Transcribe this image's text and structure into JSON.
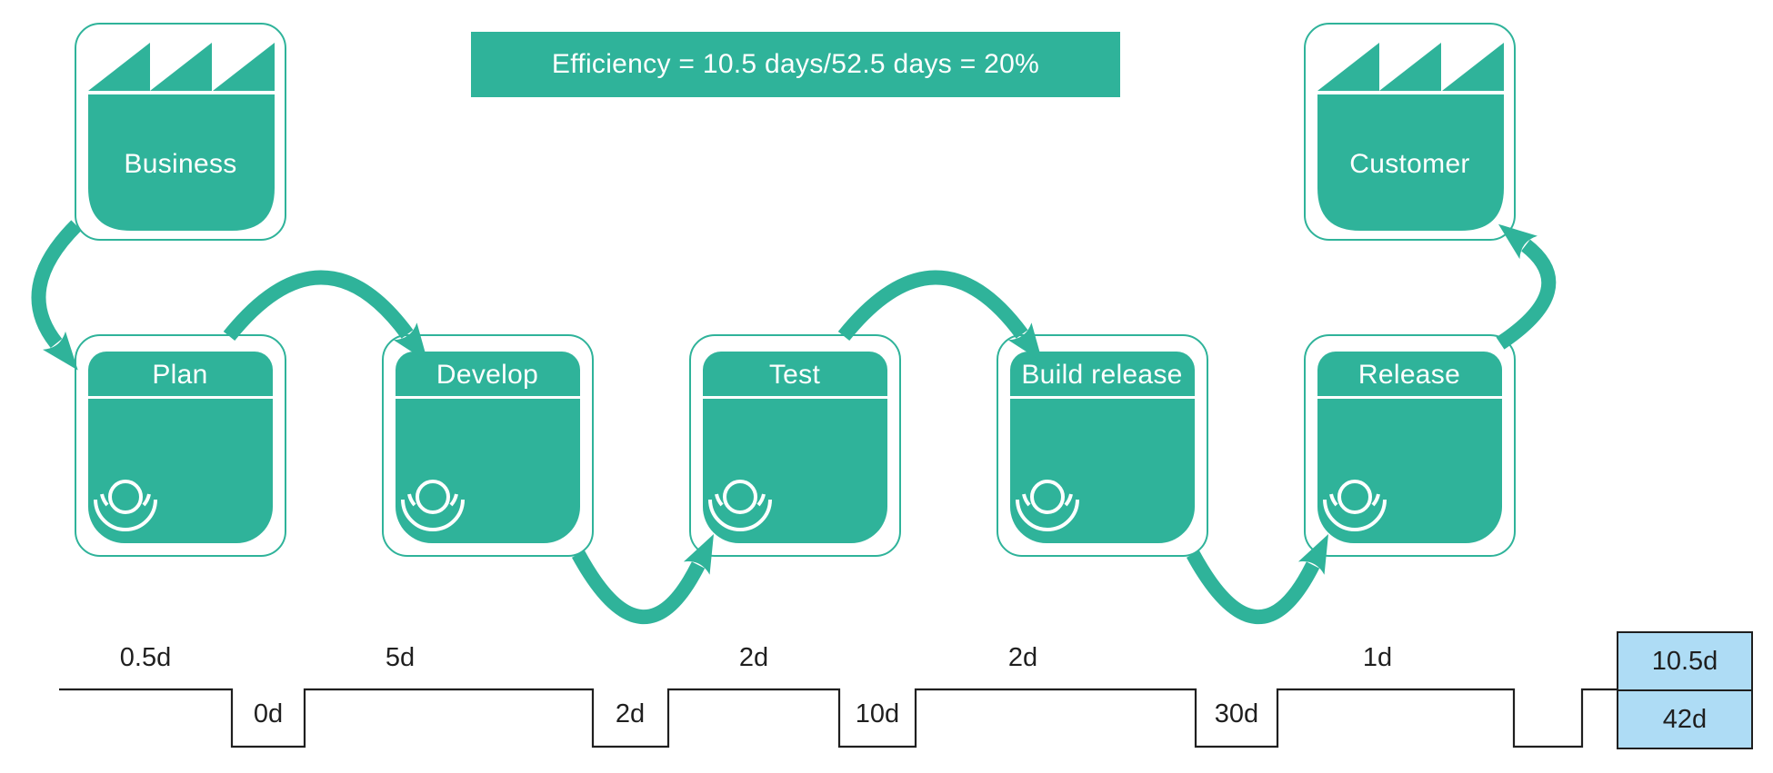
{
  "colors": {
    "teal": "#2fb39a",
    "teal_border": "#2fb39a",
    "white_text": "#ffffff",
    "timeline_line": "#1f1f1f",
    "totals_fill": "#aedcf5",
    "totals_border": "#1f1f1f"
  },
  "banner": {
    "text": "Efficiency = 10.5 days/52.5 days = 20%"
  },
  "entities": {
    "business": {
      "label": "Business"
    },
    "customer": {
      "label": "Customer"
    }
  },
  "processes": [
    {
      "label": "Plan"
    },
    {
      "label": "Develop"
    },
    {
      "label": "Test"
    },
    {
      "label": "Build release"
    },
    {
      "label": "Release"
    }
  ],
  "timeline": {
    "process_times": [
      "0.5d",
      "5d",
      "2d",
      "2d",
      "1d"
    ],
    "wait_times": [
      "0d",
      "2d",
      "10d",
      "30d"
    ],
    "totals": {
      "process_time": "10.5d",
      "lead_time": "42d"
    }
  }
}
